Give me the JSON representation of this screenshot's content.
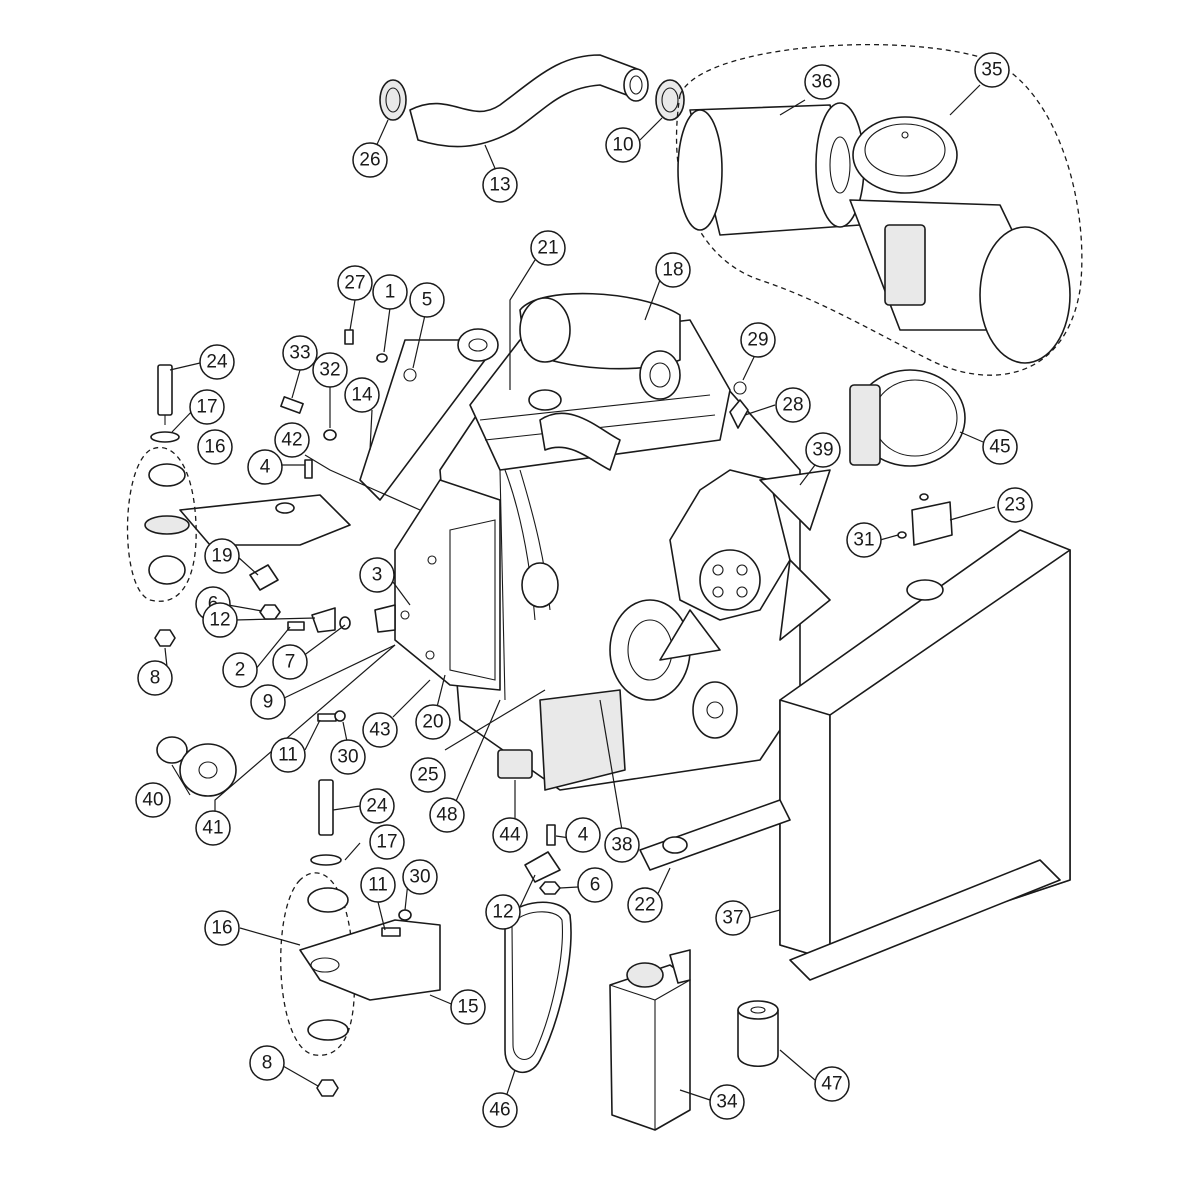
{
  "labels": [
    "1",
    "2",
    "3",
    "4",
    "5",
    "6",
    "7",
    "8",
    "9",
    "10",
    "11",
    "12",
    "13",
    "14",
    "15",
    "16",
    "17",
    "18",
    "19",
    "20",
    "21",
    "22",
    "23",
    "24",
    "25",
    "26",
    "27",
    "28",
    "29",
    "30",
    "31",
    "32",
    "33",
    "34",
    "35",
    "36",
    "37",
    "38",
    "39",
    "40",
    "41",
    "42",
    "43",
    "44",
    "45",
    "46",
    "47",
    "48"
  ],
  "callouts": [
    {
      "id": "c26a",
      "text": "26"
    },
    {
      "id": "c13a",
      "text": "13"
    },
    {
      "id": "c10a",
      "text": "10"
    },
    {
      "id": "c36a",
      "text": "36"
    },
    {
      "id": "c35a",
      "text": "35"
    },
    {
      "id": "c21a",
      "text": "21"
    },
    {
      "id": "c18a",
      "text": "18"
    },
    {
      "id": "c27a",
      "text": "27"
    },
    {
      "id": "c1a",
      "text": "1"
    },
    {
      "id": "c5a",
      "text": "5"
    },
    {
      "id": "c24a",
      "text": "24"
    },
    {
      "id": "c33a",
      "text": "33"
    },
    {
      "id": "c32a",
      "text": "32"
    },
    {
      "id": "c14a",
      "text": "14"
    },
    {
      "id": "c17a",
      "text": "17"
    },
    {
      "id": "c16a",
      "text": "16"
    },
    {
      "id": "c42a",
      "text": "42"
    },
    {
      "id": "c4a",
      "text": "4"
    },
    {
      "id": "c29a",
      "text": "29"
    },
    {
      "id": "c28a",
      "text": "28"
    },
    {
      "id": "c39a",
      "text": "39"
    },
    {
      "id": "c45a",
      "text": "45"
    },
    {
      "id": "c23a",
      "text": "23"
    },
    {
      "id": "c31a",
      "text": "31"
    },
    {
      "id": "c19a",
      "text": "19"
    },
    {
      "id": "c3a",
      "text": "3"
    },
    {
      "id": "c6a",
      "text": "6"
    },
    {
      "id": "c12a",
      "text": "12"
    },
    {
      "id": "c2a",
      "text": "2"
    },
    {
      "id": "c7a",
      "text": "7"
    },
    {
      "id": "c8a",
      "text": "8"
    },
    {
      "id": "c9a",
      "text": "9"
    },
    {
      "id": "c20a",
      "text": "20"
    },
    {
      "id": "c43a",
      "text": "43"
    },
    {
      "id": "c11a",
      "text": "11"
    },
    {
      "id": "c30a",
      "text": "30"
    },
    {
      "id": "c25a",
      "text": "25"
    },
    {
      "id": "c40a",
      "text": "40"
    },
    {
      "id": "c41a",
      "text": "41"
    },
    {
      "id": "c48a",
      "text": "48"
    },
    {
      "id": "c44a",
      "text": "44"
    },
    {
      "id": "c4b",
      "text": "4"
    },
    {
      "id": "c38a",
      "text": "38"
    },
    {
      "id": "c24b",
      "text": "24"
    },
    {
      "id": "c17b",
      "text": "17"
    },
    {
      "id": "c11b",
      "text": "11"
    },
    {
      "id": "c30b",
      "text": "30"
    },
    {
      "id": "c16b",
      "text": "16"
    },
    {
      "id": "c6b",
      "text": "6"
    },
    {
      "id": "c12b",
      "text": "12"
    },
    {
      "id": "c22a",
      "text": "22"
    },
    {
      "id": "c37a",
      "text": "37"
    },
    {
      "id": "c15a",
      "text": "15"
    },
    {
      "id": "c8b",
      "text": "8"
    },
    {
      "id": "c46a",
      "text": "46"
    },
    {
      "id": "c34a",
      "text": "34"
    },
    {
      "id": "c47a",
      "text": "47"
    }
  ]
}
